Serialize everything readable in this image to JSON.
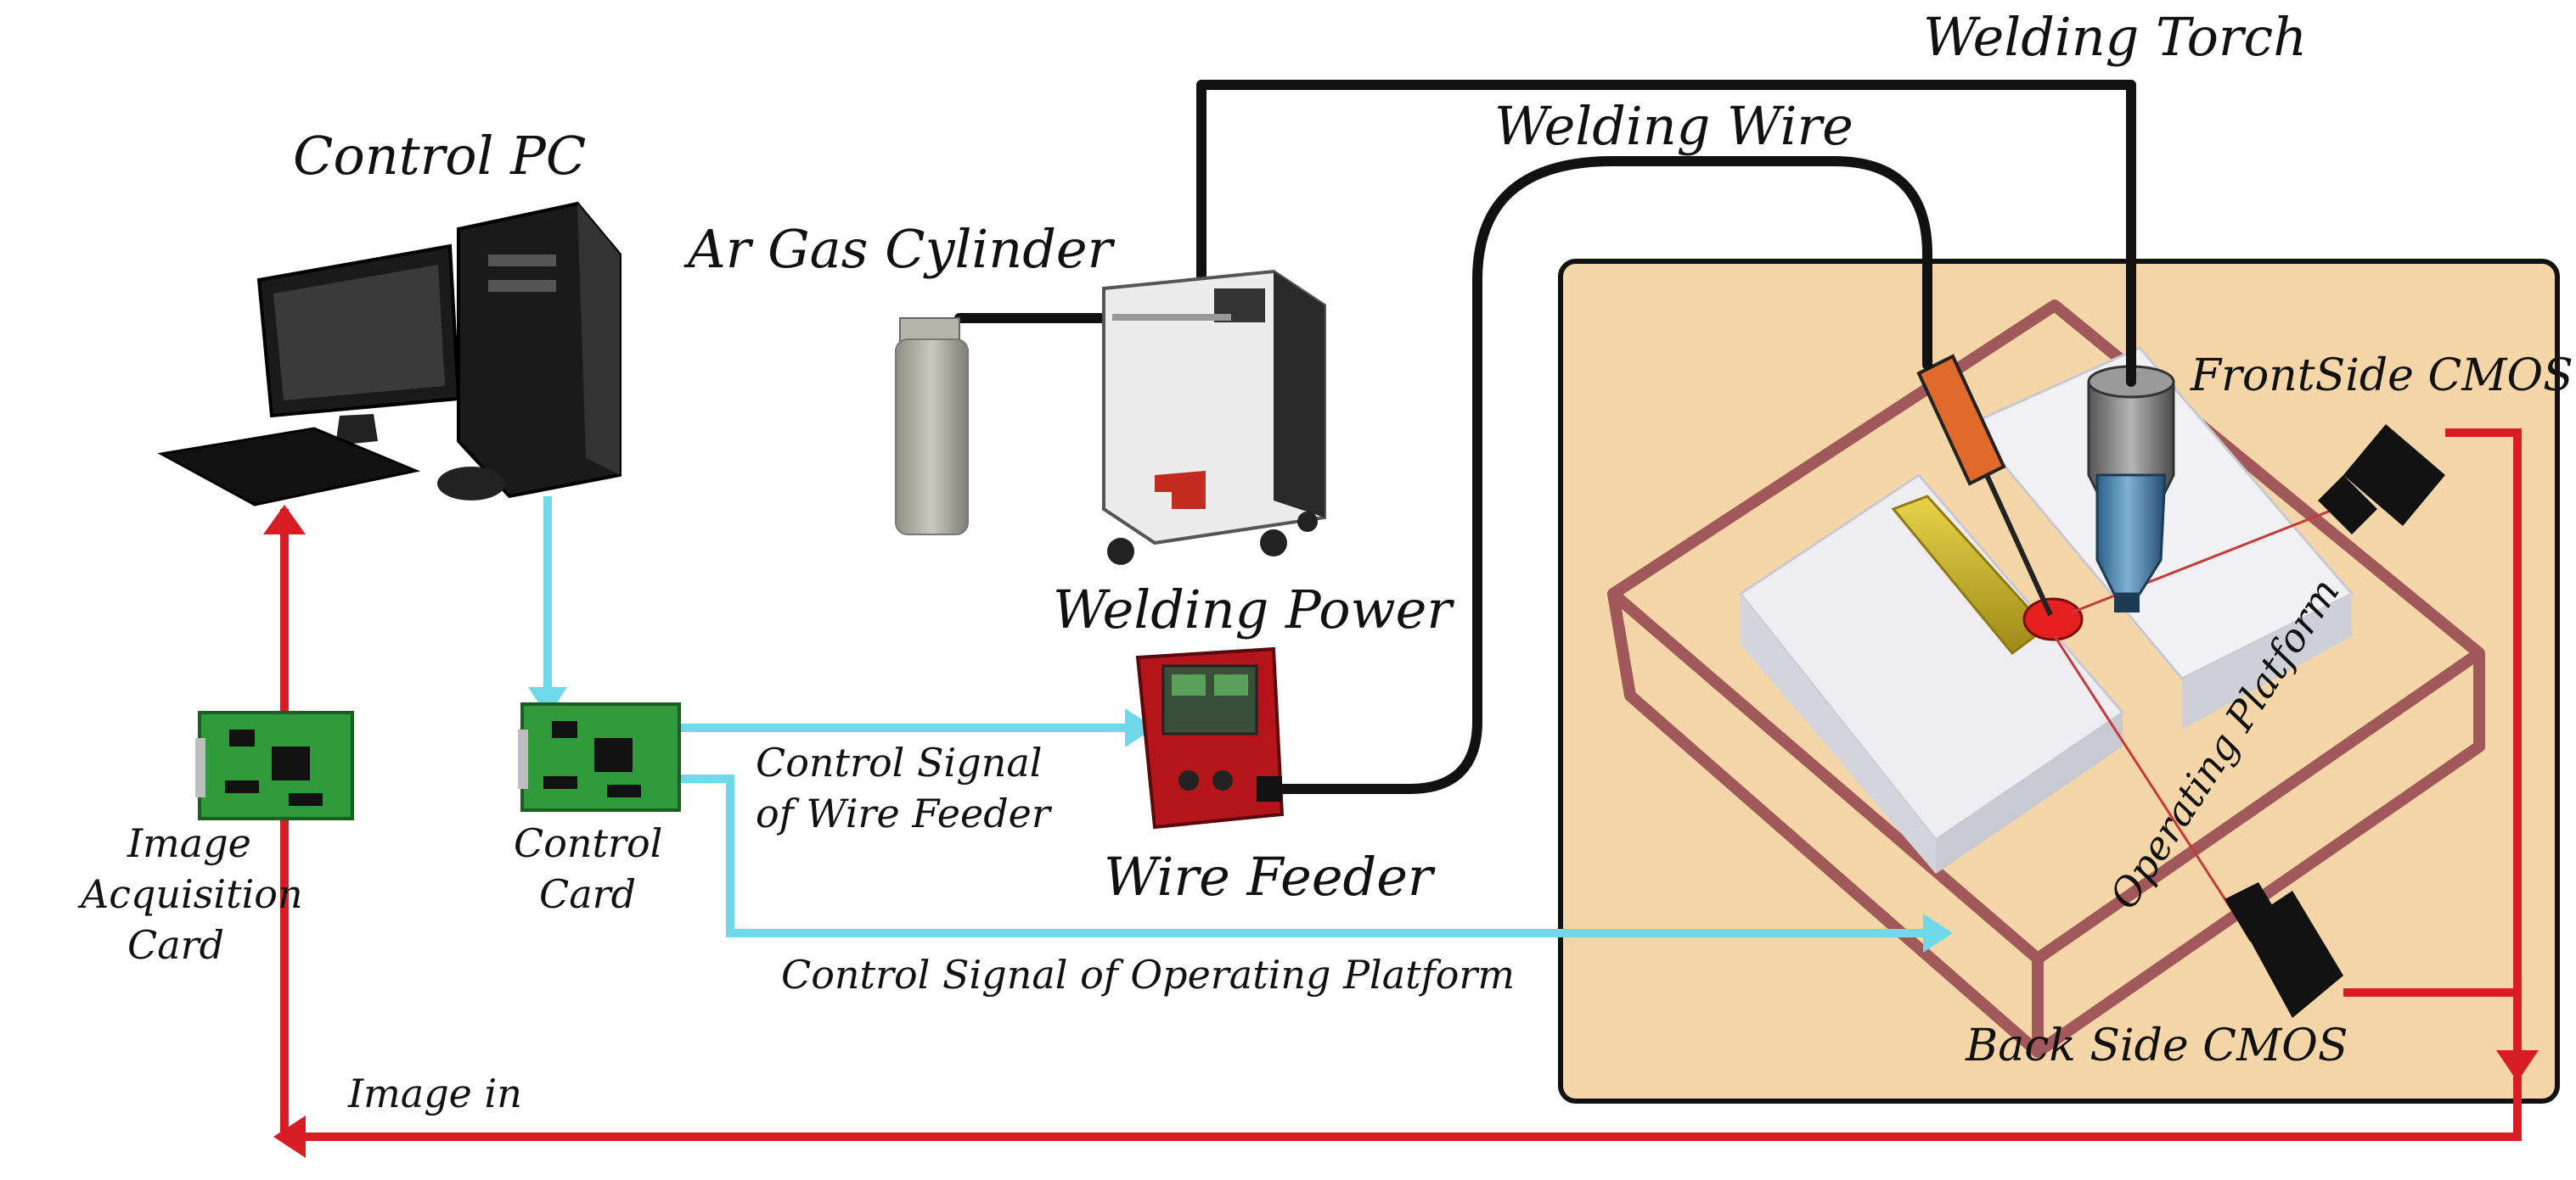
{
  "labels": {
    "control_pc": "Control PC",
    "ar_gas_cylinder": "Ar Gas Cylinder",
    "welding_torch": "Welding Torch",
    "welding_wire": "Welding Wire",
    "welding_power": "Welding Power",
    "wire_feeder": "Wire Feeder",
    "front_side_cmos": "FrontSide CMOS",
    "back_side_cmos": "Back Side CMOS",
    "operating_platform": "Operating Platform",
    "image_acquisition_card_l1": "Image",
    "image_acquisition_card_l2": "Acquisition",
    "image_acquisition_card_l3": "Card",
    "control_card_l1": "Control",
    "control_card_l2": "Card",
    "control_signal_wire_feeder_l1": "Control Signal",
    "control_signal_wire_feeder_l2": "of Wire Feeder",
    "control_signal_operating_platform": "Control Signal of Operating Platform",
    "image_in": "Image in"
  },
  "colors": {
    "signal_line": "#6fd8ea",
    "image_line": "#d81c24",
    "cable": "#111111",
    "platform_bg": "#f5d6a8",
    "platform_frame": "#a0585a",
    "pcb_green": "#2f9a3a",
    "feeder_red": "#b3151b"
  },
  "icons": [
    "control-pc-icon",
    "gas-cylinder-icon",
    "welding-power-icon",
    "wire-feeder-icon",
    "welding-torch-icon",
    "front-cmos-camera-icon",
    "back-cmos-camera-icon",
    "image-acquisition-card-icon",
    "control-card-icon"
  ]
}
